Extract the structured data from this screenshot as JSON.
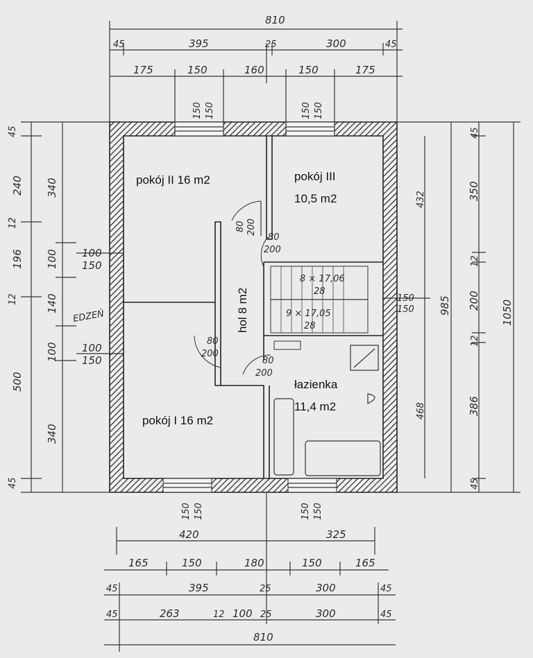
{
  "rooms": {
    "pokoj2": "pokój II 16 m2",
    "pokoj3_name": "pokój III",
    "pokoj3_area": "10,5 m2",
    "hol": "hol 8 m2",
    "pokoj1": "pokój I 16 m2",
    "lazienka_name": "łazienka",
    "lazienka_area": "11,4 m2"
  },
  "top_dims": {
    "total": "810",
    "row2": [
      "45",
      "395",
      "25",
      "300",
      "45"
    ],
    "row3": [
      "175",
      "150",
      "160",
      "150",
      "175"
    ],
    "windows": [
      "150",
      "150",
      "150",
      "150"
    ]
  },
  "bottom_dims": {
    "windows": [
      "150",
      "150",
      "150",
      "150"
    ],
    "row1": [
      "420",
      "325"
    ],
    "row2": [
      "165",
      "150",
      "180",
      "150",
      "165"
    ],
    "row3": [
      "45",
      "395",
      "25",
      "300",
      "45"
    ],
    "row4": [
      "45",
      "263",
      "12",
      "100",
      "25",
      "300",
      "45"
    ],
    "total": "810"
  },
  "left_dims": {
    "outer": [
      "340",
      "100",
      "140",
      "100",
      "340"
    ],
    "inner": [
      "45",
      "240",
      "12",
      "196",
      "12",
      "500",
      "45"
    ],
    "openings": [
      "100",
      "150",
      "100",
      "150"
    ],
    "label": "EDZEŃ"
  },
  "right_dims": {
    "inner": [
      "432",
      "150",
      "150",
      "468"
    ],
    "mid": "985",
    "outer": [
      "45",
      "350",
      "12",
      "200",
      "12",
      "386",
      "45"
    ],
    "total": "1050"
  },
  "interior": {
    "door1": [
      "80",
      "200"
    ],
    "door2": [
      "80",
      "200"
    ],
    "door3": [
      "80",
      "200"
    ],
    "door4": [
      "80",
      "200"
    ],
    "stair1": [
      "8 × 17,06",
      "28"
    ],
    "stair2": [
      "9 × 17,05",
      "28"
    ]
  }
}
